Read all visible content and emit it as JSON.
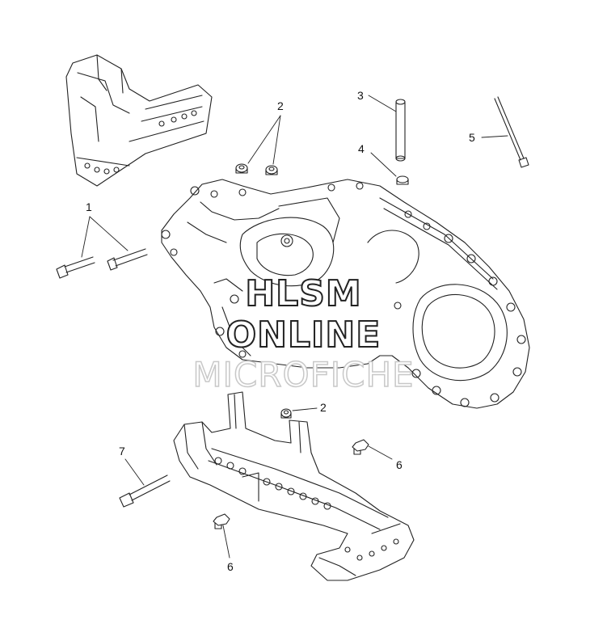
{
  "callouts": [
    "1",
    "2",
    "3",
    "4",
    "5",
    "2",
    "6",
    "7",
    "6"
  ],
  "watermark": {
    "line1": "HLSM",
    "line2": "ONLINE",
    "line3": "MICROFICHE"
  },
  "colors": {
    "line": "#222222",
    "watermark_outline": "#222222",
    "watermark_faint": "#c8c8c8",
    "background": "#ffffff"
  }
}
